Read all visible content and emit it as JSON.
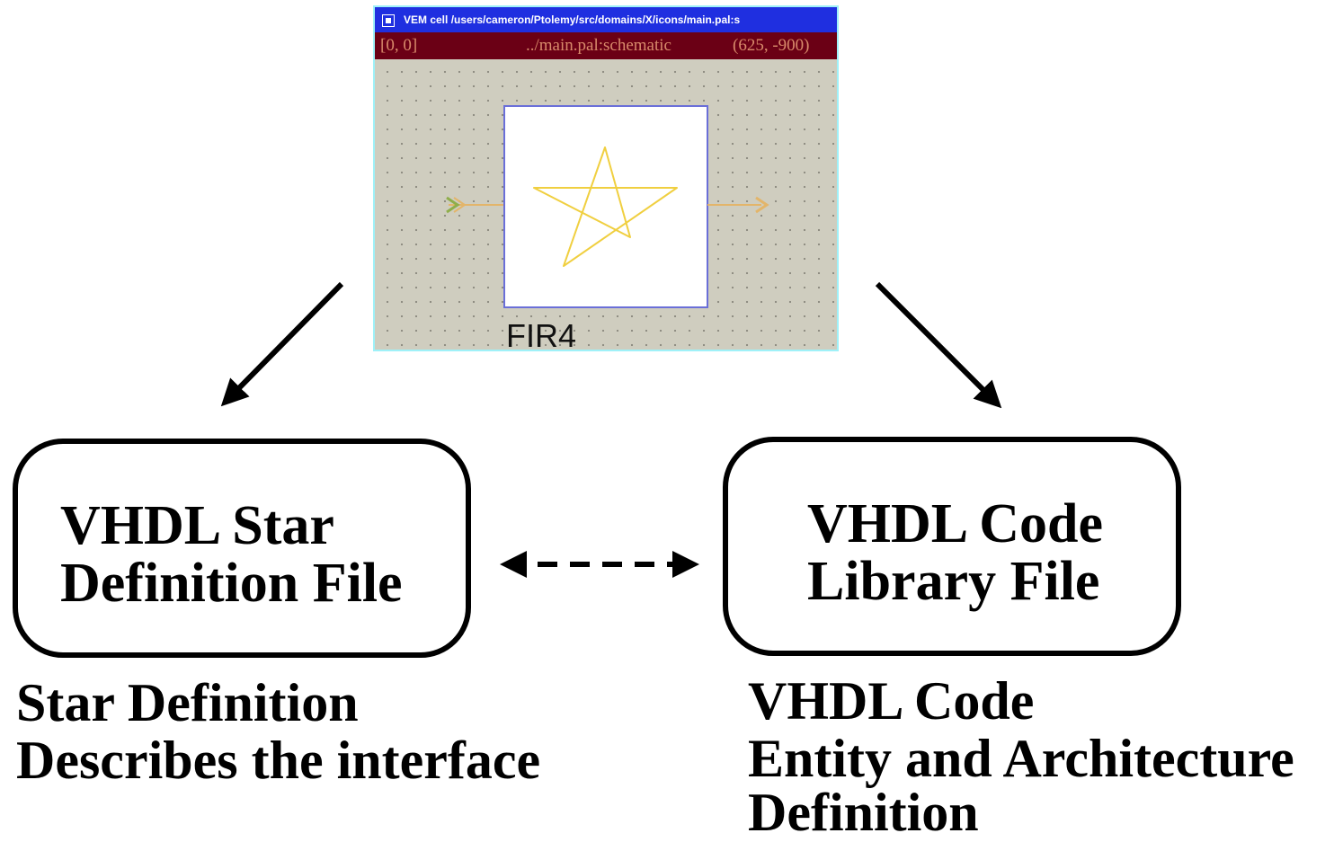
{
  "vem_window": {
    "title": "VEM cell /users/cameron/Ptolemy/src/domains/X/icons/main.pal:s",
    "status_left": "[0, 0]",
    "status_center": "../main.pal:schematic",
    "status_right": "(625, -900)",
    "star_label": "FIR4",
    "colors": {
      "titlebar": "#1f2fe0",
      "statusbar": "#6b0015",
      "canvas": "#cfcdbf",
      "star": "#f0cf40",
      "border": "#9ff1f8"
    }
  },
  "left_box": {
    "line1": "VHDL Star",
    "line2": "Definition File"
  },
  "right_box": {
    "line1": "VHDL Code",
    "line2": "Library File"
  },
  "left_caption": {
    "line1": "Star Definition",
    "line2": "Describes the interface"
  },
  "right_caption": {
    "line1": "VHDL Code",
    "line2": "Entity and Architecture",
    "line3": "Definition"
  }
}
